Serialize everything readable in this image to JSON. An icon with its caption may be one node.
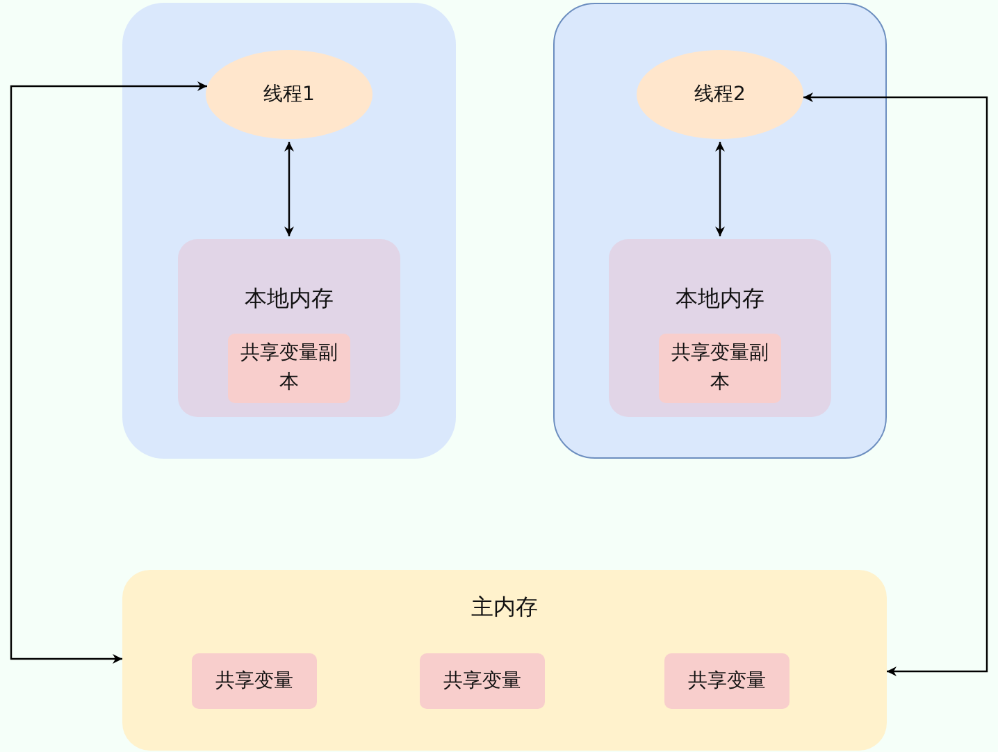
{
  "diagram": {
    "nodes": [
      {
        "text": [],
        "shape": "box"
      },
      {
        "text": [
          "线程1"
        ],
        "in": 0
      },
      {
        "text": [
          "本地内存"
        ],
        "in": 0
      },
      {
        "text": [
          "共享变量副本"
        ],
        "in": 2
      },
      {
        "text": [],
        "shape": "box"
      },
      {
        "text": [
          "线程2"
        ],
        "in": 4
      },
      {
        "text": [
          "本地内存"
        ],
        "in": 4
      },
      {
        "text": [
          "共享变量副本"
        ],
        "in": 6
      },
      {
        "text": [
          "主内存"
        ]
      },
      {
        "text": [
          "共享变量"
        ],
        "in": 8
      },
      {
        "text": [
          "共享变量"
        ],
        "in": 8
      },
      {
        "text": [
          "共享变量"
        ],
        "in": 8
      }
    ],
    "edges": [
      {
        "from": 1,
        "to": 2,
        "arrow": "both"
      },
      {
        "from": 5,
        "to": 6,
        "arrow": "both"
      },
      {
        "from": 1,
        "to": 8,
        "arrow": "both"
      },
      {
        "from": 5,
        "to": 8,
        "arrow": "both"
      }
    ]
  }
}
